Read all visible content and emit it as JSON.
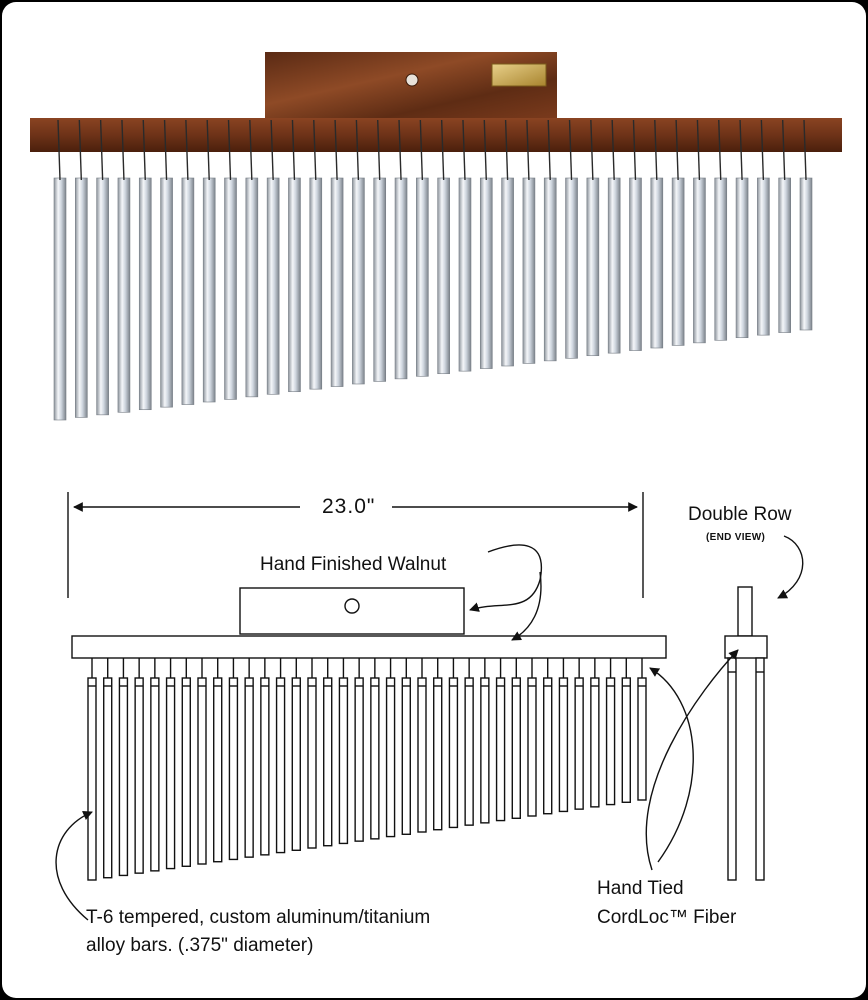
{
  "photo": {
    "bar_count": 36,
    "colors": {
      "walnut": "#7a3a1c",
      "walnut_dark": "#4a1f0c",
      "brass": "#c9a64a",
      "metal": "#c8cfd8"
    }
  },
  "drawing": {
    "bar_count": 36,
    "dimension_label": "23.0\"",
    "walnut_label": "Hand Finished Walnut",
    "double_row_label": "Double Row",
    "end_view_label": "(END VIEW)",
    "fiber_label_line1": "Hand Tied",
    "fiber_label_line2": "CordLoc™ Fiber",
    "bars_label_line1": "T-6 tempered, custom aluminum/titanium",
    "bars_label_line2": "alloy bars. (.375\" diameter)"
  }
}
